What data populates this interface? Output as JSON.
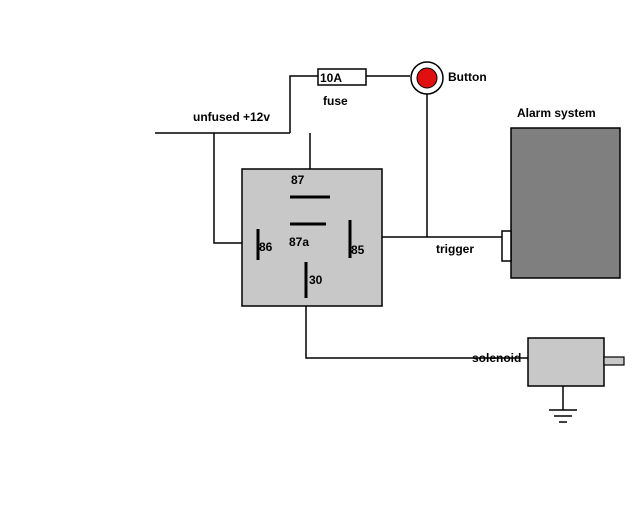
{
  "labels": {
    "unfused": "unfused +12v",
    "fuse_rating": "10A",
    "fuse": "fuse",
    "button": "Button",
    "alarm_system": "Alarm system",
    "trigger": "trigger",
    "solenoid": "solenoid",
    "pin_87": "87",
    "pin_87a": "87a",
    "pin_86": "86",
    "pin_85": "85",
    "pin_30": "30"
  },
  "colors": {
    "relay_fill": "#c8c8c8",
    "alarm_fill": "#7f7f7f",
    "solenoid_fill": "#c8c8c8",
    "button_red": "#e01010",
    "wire": "#000000"
  }
}
